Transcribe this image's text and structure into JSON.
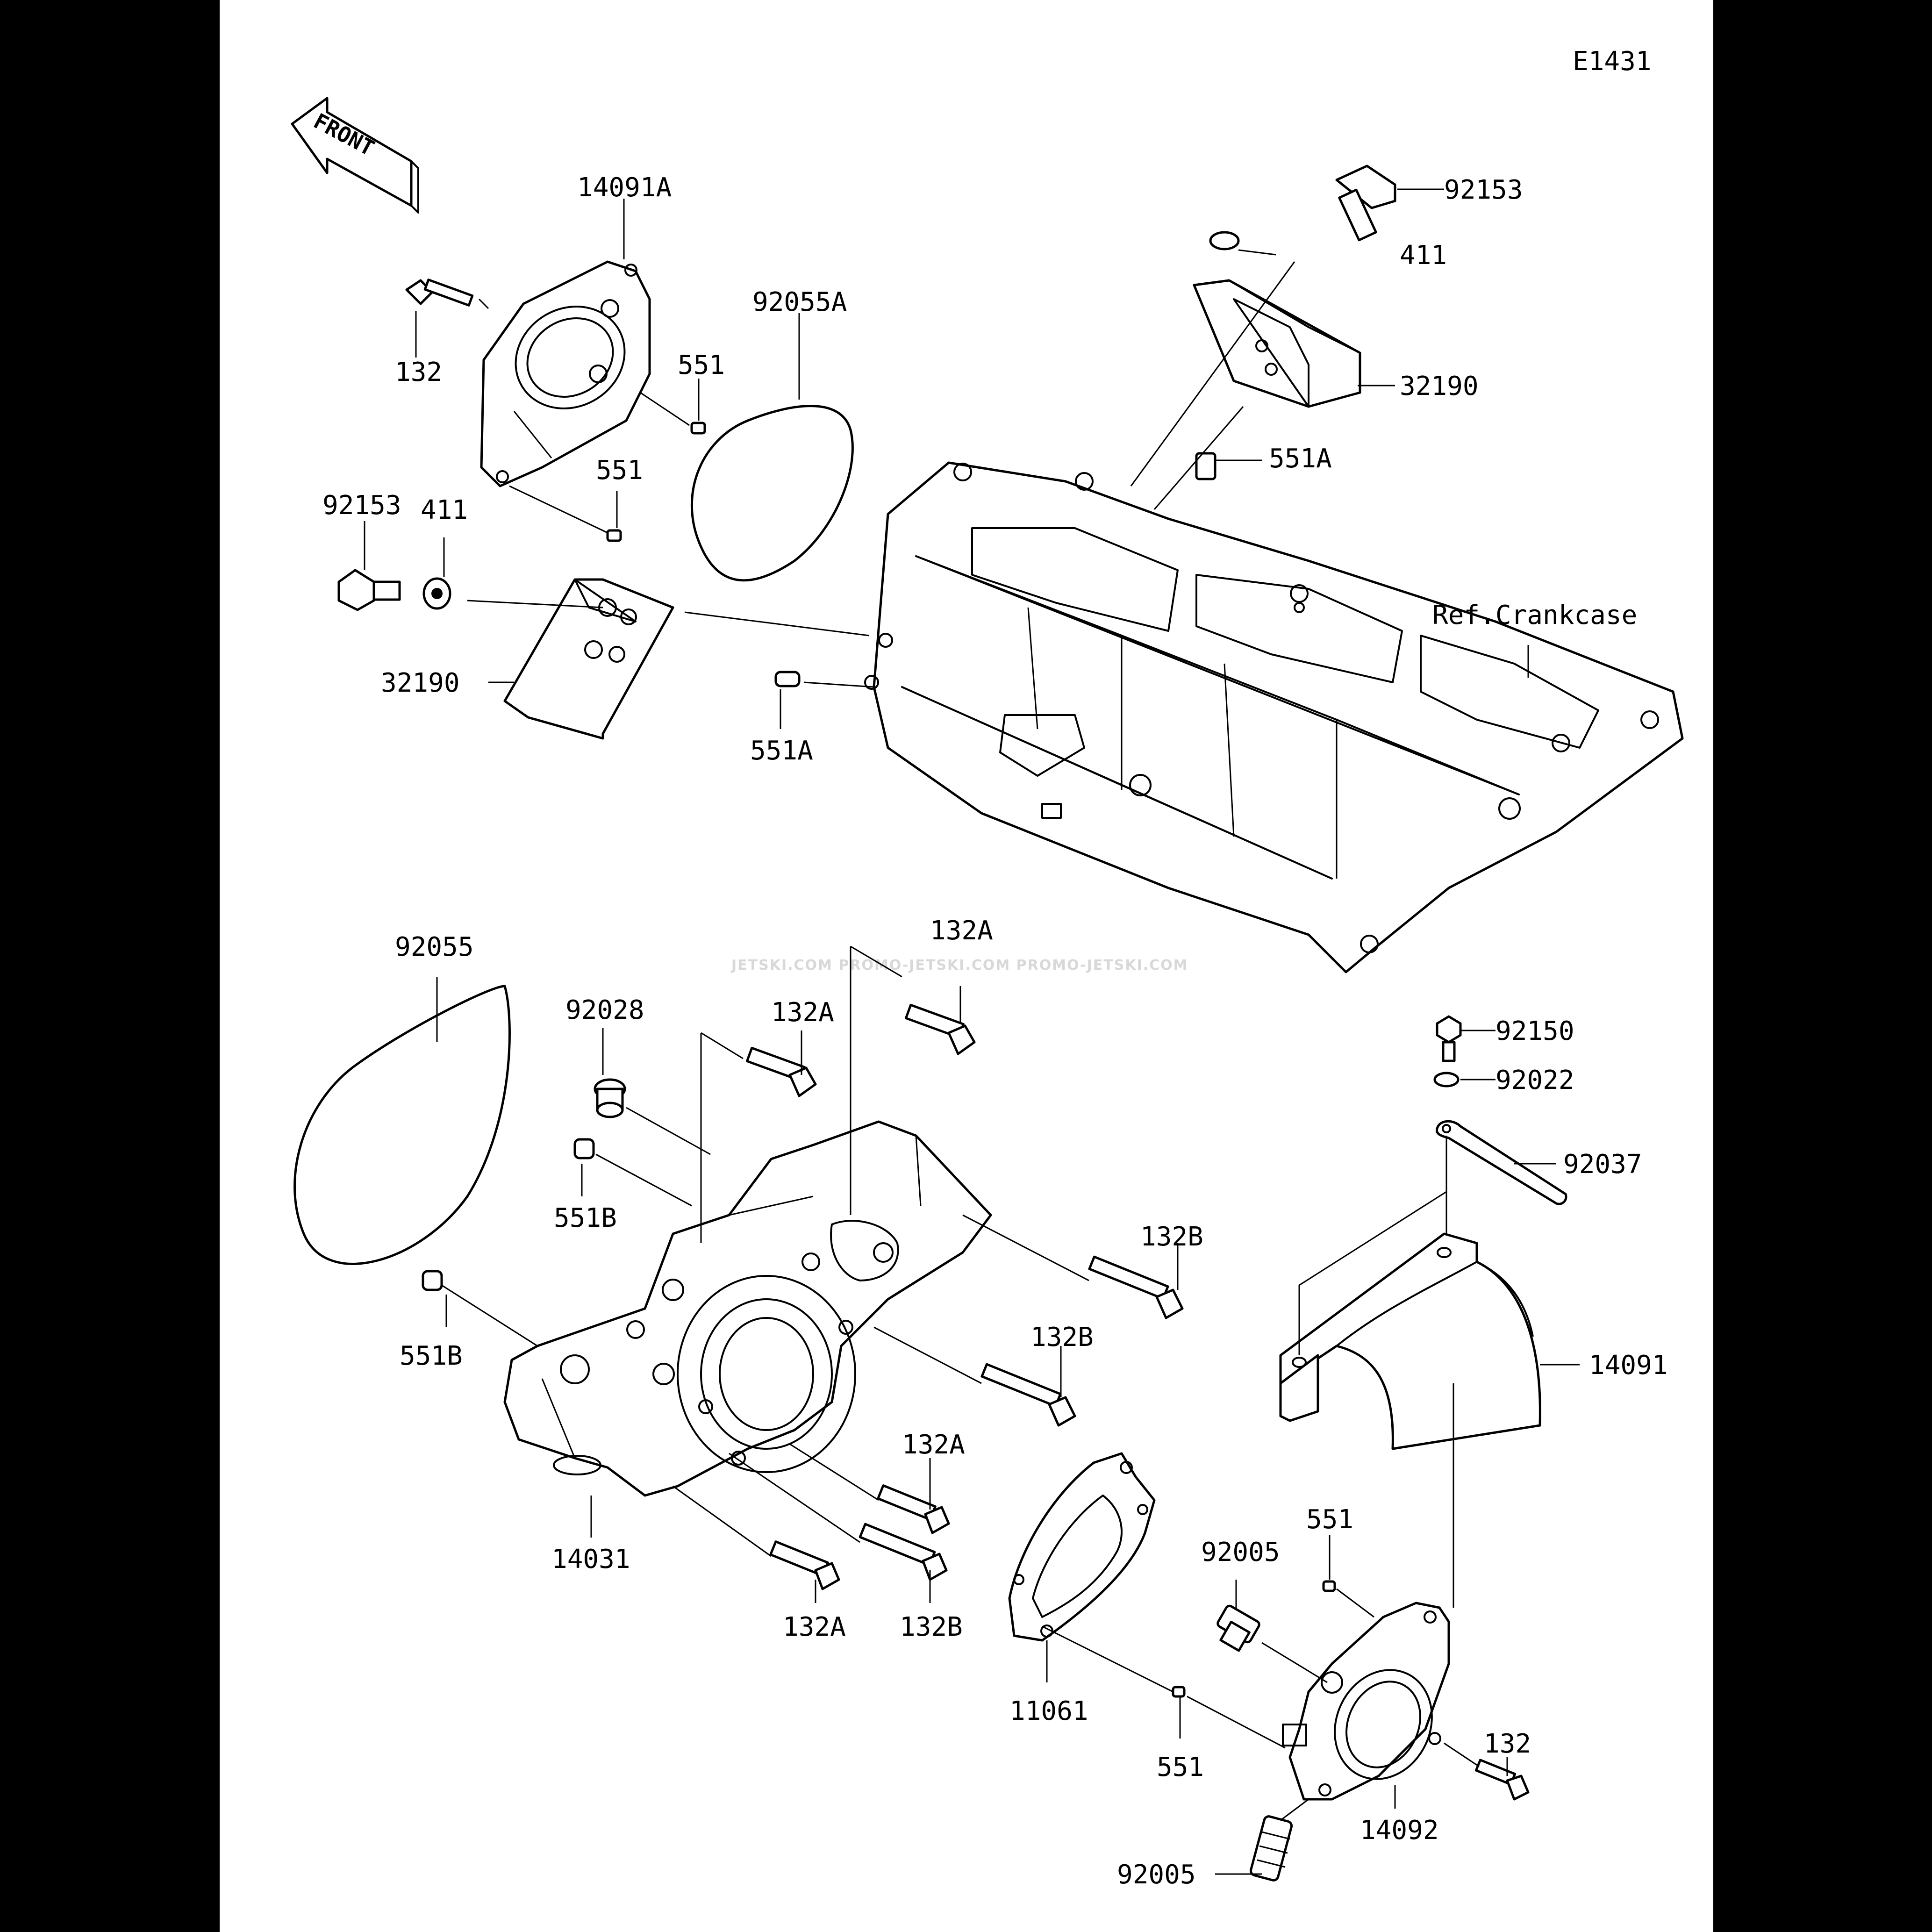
{
  "diagram_id": "E1431",
  "front_label": "FRONT",
  "watermark": "JETSKI.COM PROMO-JETSKI.COM PROMO-JETSKI.COM",
  "ref_label": "Ref.Crankcase",
  "labels": {
    "p92153_top": "92153",
    "p411_top": "411",
    "p32190_top": "32190",
    "p551A_top": "551A",
    "p14091A": "14091A",
    "p132_left": "132",
    "p92055A": "92055A",
    "p551_a": "551",
    "p551_b": "551",
    "p92153_left": "92153",
    "p411_left": "411",
    "p32190_left": "32190",
    "p551A_left": "551A",
    "p92055": "92055",
    "p92028": "92028",
    "p132A_a": "132A",
    "p132A_b": "132A",
    "p551B_a": "551B",
    "p551B_b": "551B",
    "p132B_a": "132B",
    "p132B_b": "132B",
    "p132A_c": "132A",
    "p132A_d": "132A",
    "p132B_c": "132B",
    "p14031": "14031",
    "p92150": "92150",
    "p92022": "92022",
    "p92037": "92037",
    "p14091": "14091",
    "p11061": "11061",
    "p551_c": "551",
    "p92005_a": "92005",
    "p551_d": "551",
    "p132_right": "132",
    "p14092": "14092",
    "p92005_b": "92005"
  }
}
